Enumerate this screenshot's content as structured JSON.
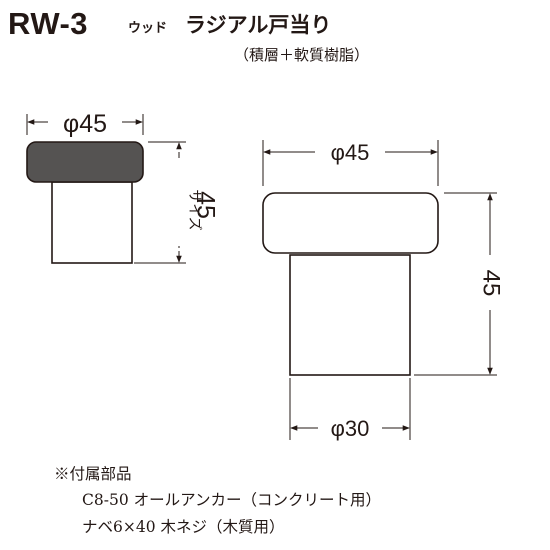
{
  "header": {
    "model": "RW-3",
    "product_prefix": "ウッド",
    "product_name": "ラジアル戸当り",
    "material": "（積層＋軟質樹脂）"
  },
  "small_view": {
    "width_label": "φ45",
    "size_label": "サイズ",
    "size_value": "45"
  },
  "front_view": {
    "top_width_label": "φ45",
    "height_label": "45",
    "base_width_label": "φ30"
  },
  "notes": {
    "title": "※付属部品",
    "items": [
      "C8-50 オールアンカー（コンクリート用）",
      "ナベ6×40 木ネジ（木質用）"
    ]
  }
}
